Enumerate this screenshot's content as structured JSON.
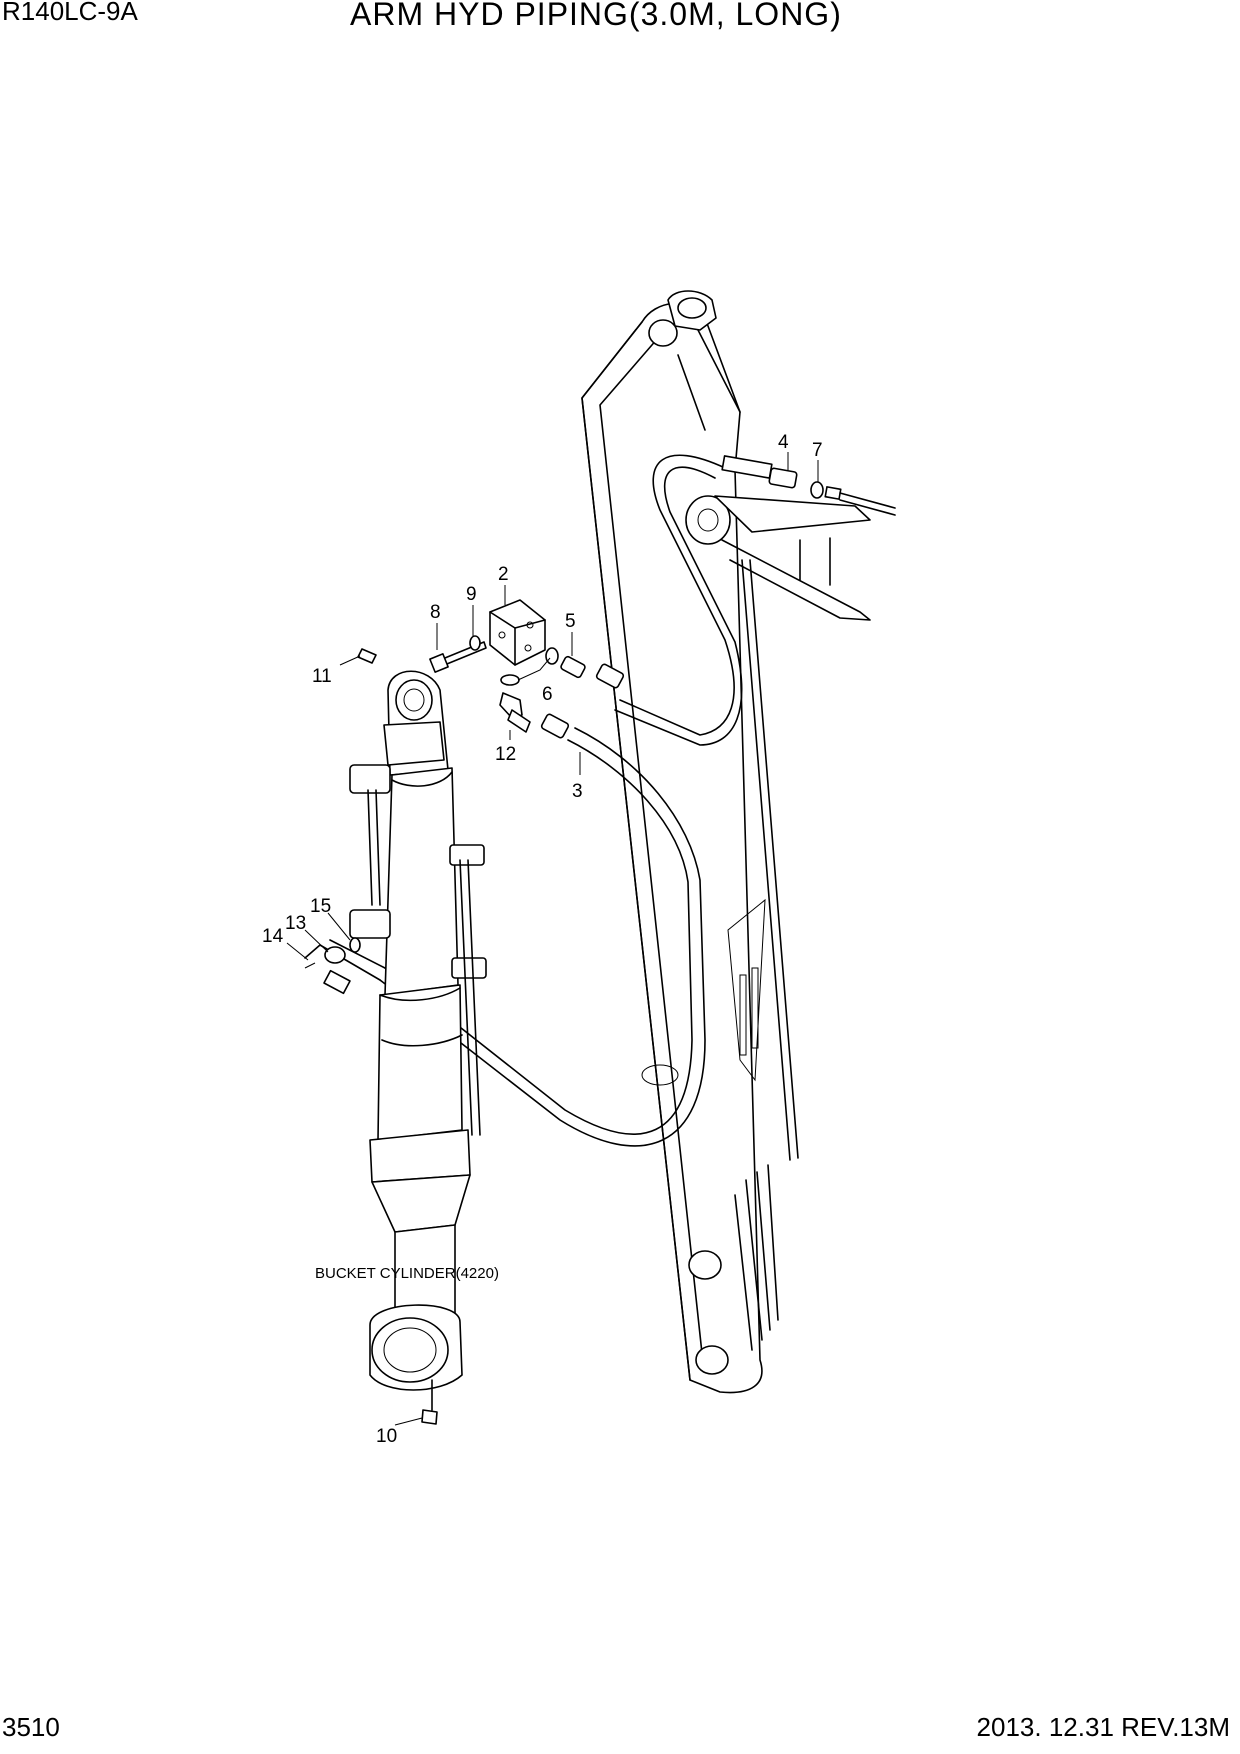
{
  "header": {
    "model": "R140LC-9A",
    "title": "ARM HYD PIPING(3.0M, LONG)"
  },
  "footer": {
    "page_number": "3510",
    "revision": "2013. 12.31  REV.13M"
  },
  "diagram": {
    "note": "BUCKET CYLINDER(4220)",
    "callouts": [
      "4",
      "7",
      "2",
      "9",
      "8",
      "5",
      "11",
      "6",
      "12",
      "3",
      "15",
      "13",
      "14",
      "10"
    ]
  }
}
